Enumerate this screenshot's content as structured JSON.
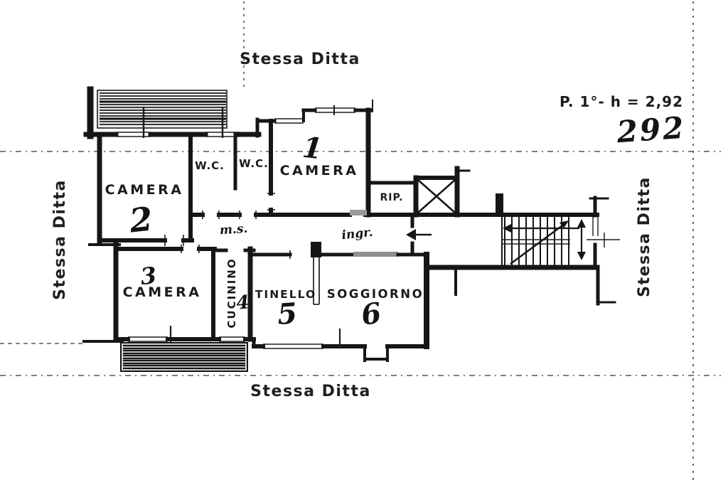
{
  "page": {
    "background": "#ffffff",
    "ink": "#161616",
    "gray_wall": "#8f8f8f"
  },
  "boundary_labels": {
    "top": "Stessa Ditta",
    "bottom": "Stessa Ditta",
    "left": "Stessa Ditta",
    "right": "Stessa Ditta"
  },
  "floor_info": {
    "printed": "P. 1°- h = 2,92",
    "handwritten": "292"
  },
  "rooms": {
    "camera1": {
      "label": "CAMERA",
      "number": "1"
    },
    "camera2": {
      "label": "CAMERA",
      "number": "2"
    },
    "camera3": {
      "label": "CAMERA",
      "number": "3"
    },
    "wc1": {
      "label": "W.C."
    },
    "wc2": {
      "label": "W.C."
    },
    "rip": {
      "label": "RIP."
    },
    "cucinino": {
      "label": "CUCININO",
      "number": "4"
    },
    "tinello": {
      "label": "TINELLO",
      "number": "5"
    },
    "soggiorno": {
      "label": "SOGGIORNO",
      "number": "6"
    }
  },
  "notes": {
    "hall_left": "m.s.",
    "hall_right": "ingr."
  }
}
